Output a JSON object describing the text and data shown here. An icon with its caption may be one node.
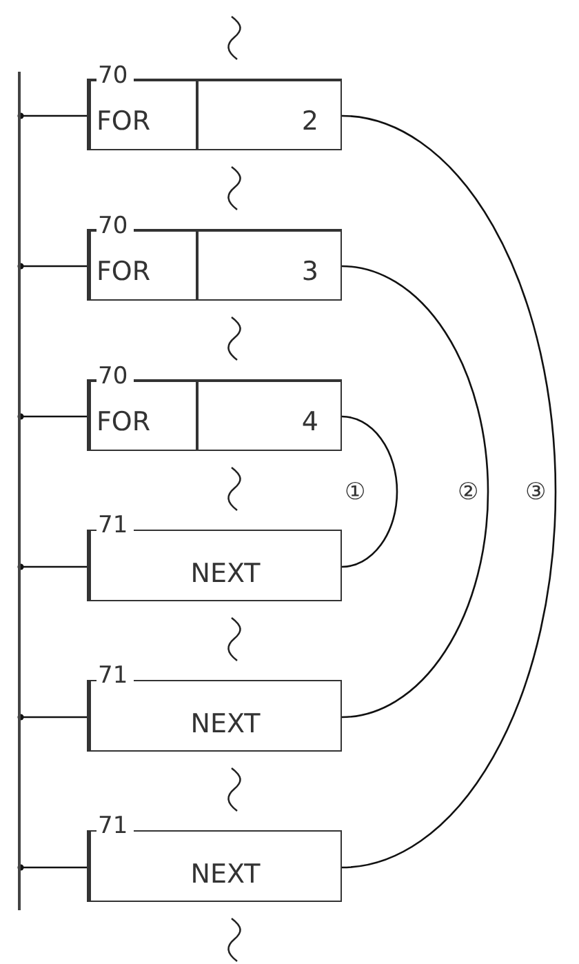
{
  "diagram": {
    "nodes": [
      {
        "text": [],
        "shape": "bar"
      },
      {
        "text": [
          "70",
          "FOR",
          "2"
        ]
      },
      {
        "text": [
          "70",
          "FOR",
          "3"
        ]
      },
      {
        "text": [
          "70",
          "FOR",
          "4"
        ]
      },
      {
        "text": [
          "71",
          "NEXT"
        ]
      },
      {
        "text": [
          "71",
          "NEXT"
        ]
      },
      {
        "text": [
          "71",
          "NEXT"
        ]
      }
    ],
    "edges": [
      {
        "from": 0,
        "to": 1,
        "arrow": "other"
      },
      {
        "from": 0,
        "to": 2,
        "arrow": "other"
      },
      {
        "from": 0,
        "to": 3,
        "arrow": "other"
      },
      {
        "from": 0,
        "to": 4,
        "arrow": "other"
      },
      {
        "from": 0,
        "to": 5,
        "arrow": "other"
      },
      {
        "from": 0,
        "to": 6,
        "arrow": "other"
      },
      {
        "from": 3,
        "to": 4,
        "arrow": "none",
        "label": "①"
      },
      {
        "from": 2,
        "to": 5,
        "arrow": "none",
        "label": "②"
      },
      {
        "from": 1,
        "to": 6,
        "arrow": "none",
        "label": "③"
      }
    ]
  }
}
